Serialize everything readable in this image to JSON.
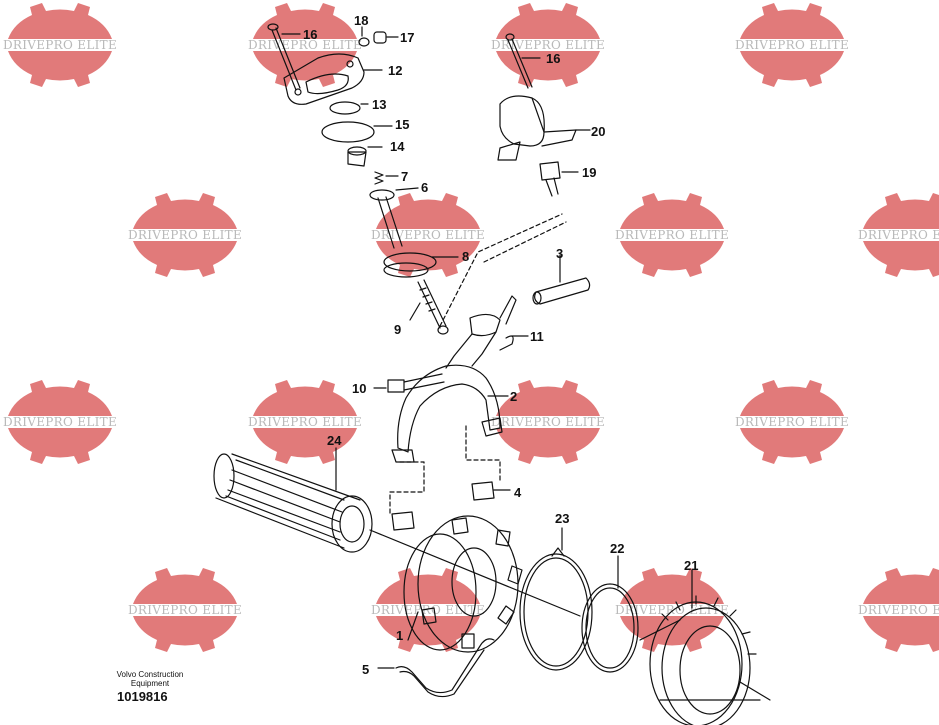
{
  "watermark": {
    "text": "DRIVEPRO ELITE",
    "color": "#e17a7a",
    "text_color": "#b9b9b9",
    "icon": "gear-icon"
  },
  "callouts": [
    "16",
    "18",
    "17",
    "12",
    "13",
    "15",
    "14",
    "7",
    "6",
    "8",
    "9",
    "3",
    "11",
    "10",
    "2",
    "24",
    "4",
    "23",
    "22",
    "21",
    "1",
    "5",
    "16",
    "20",
    "19"
  ],
  "credit": {
    "company": "Volvo Construction Equipment",
    "drawing_number": "1019816"
  },
  "colors": {
    "line": "#111111",
    "background": "#ffffff"
  }
}
